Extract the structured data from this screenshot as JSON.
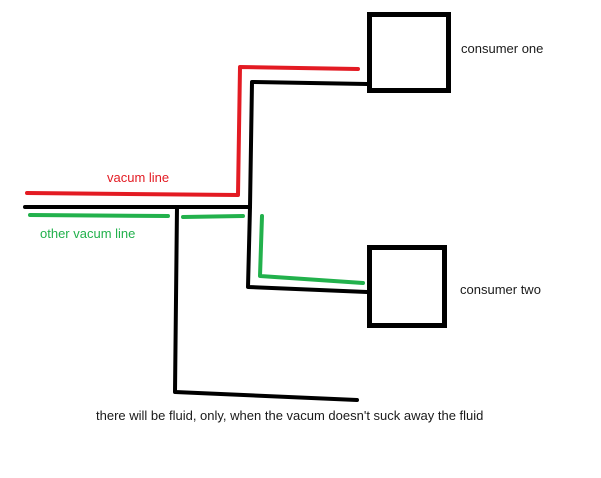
{
  "colors": {
    "background": "#ffffff",
    "main_line": "#000000",
    "vacuum_line": "#e31b23",
    "other_vacuum_line": "#22b14c",
    "text": "#1a1a1a"
  },
  "labels": {
    "consumer_one": "consumer one",
    "consumer_two": "consumer two",
    "vacuum_line": "vacum line",
    "other_vacuum_line": "other vacum line",
    "note": "there will be fluid, only, when the vacum doesn't suck away the fluid"
  },
  "nodes": [
    {
      "id": "consumer-one",
      "label_key": "consumer_one",
      "shape": "square"
    },
    {
      "id": "consumer-two",
      "label_key": "consumer_two",
      "shape": "square"
    }
  ],
  "lines": [
    {
      "id": "main-line",
      "color": "black",
      "connects": [
        "inlet",
        "consumer-one",
        "consumer-two",
        "drain"
      ]
    },
    {
      "id": "vacuum-line",
      "color": "red",
      "connects": [
        "inlet",
        "consumer-one"
      ]
    },
    {
      "id": "other-vacuum-line",
      "color": "green",
      "connects": [
        "inlet",
        "consumer-two"
      ]
    }
  ]
}
